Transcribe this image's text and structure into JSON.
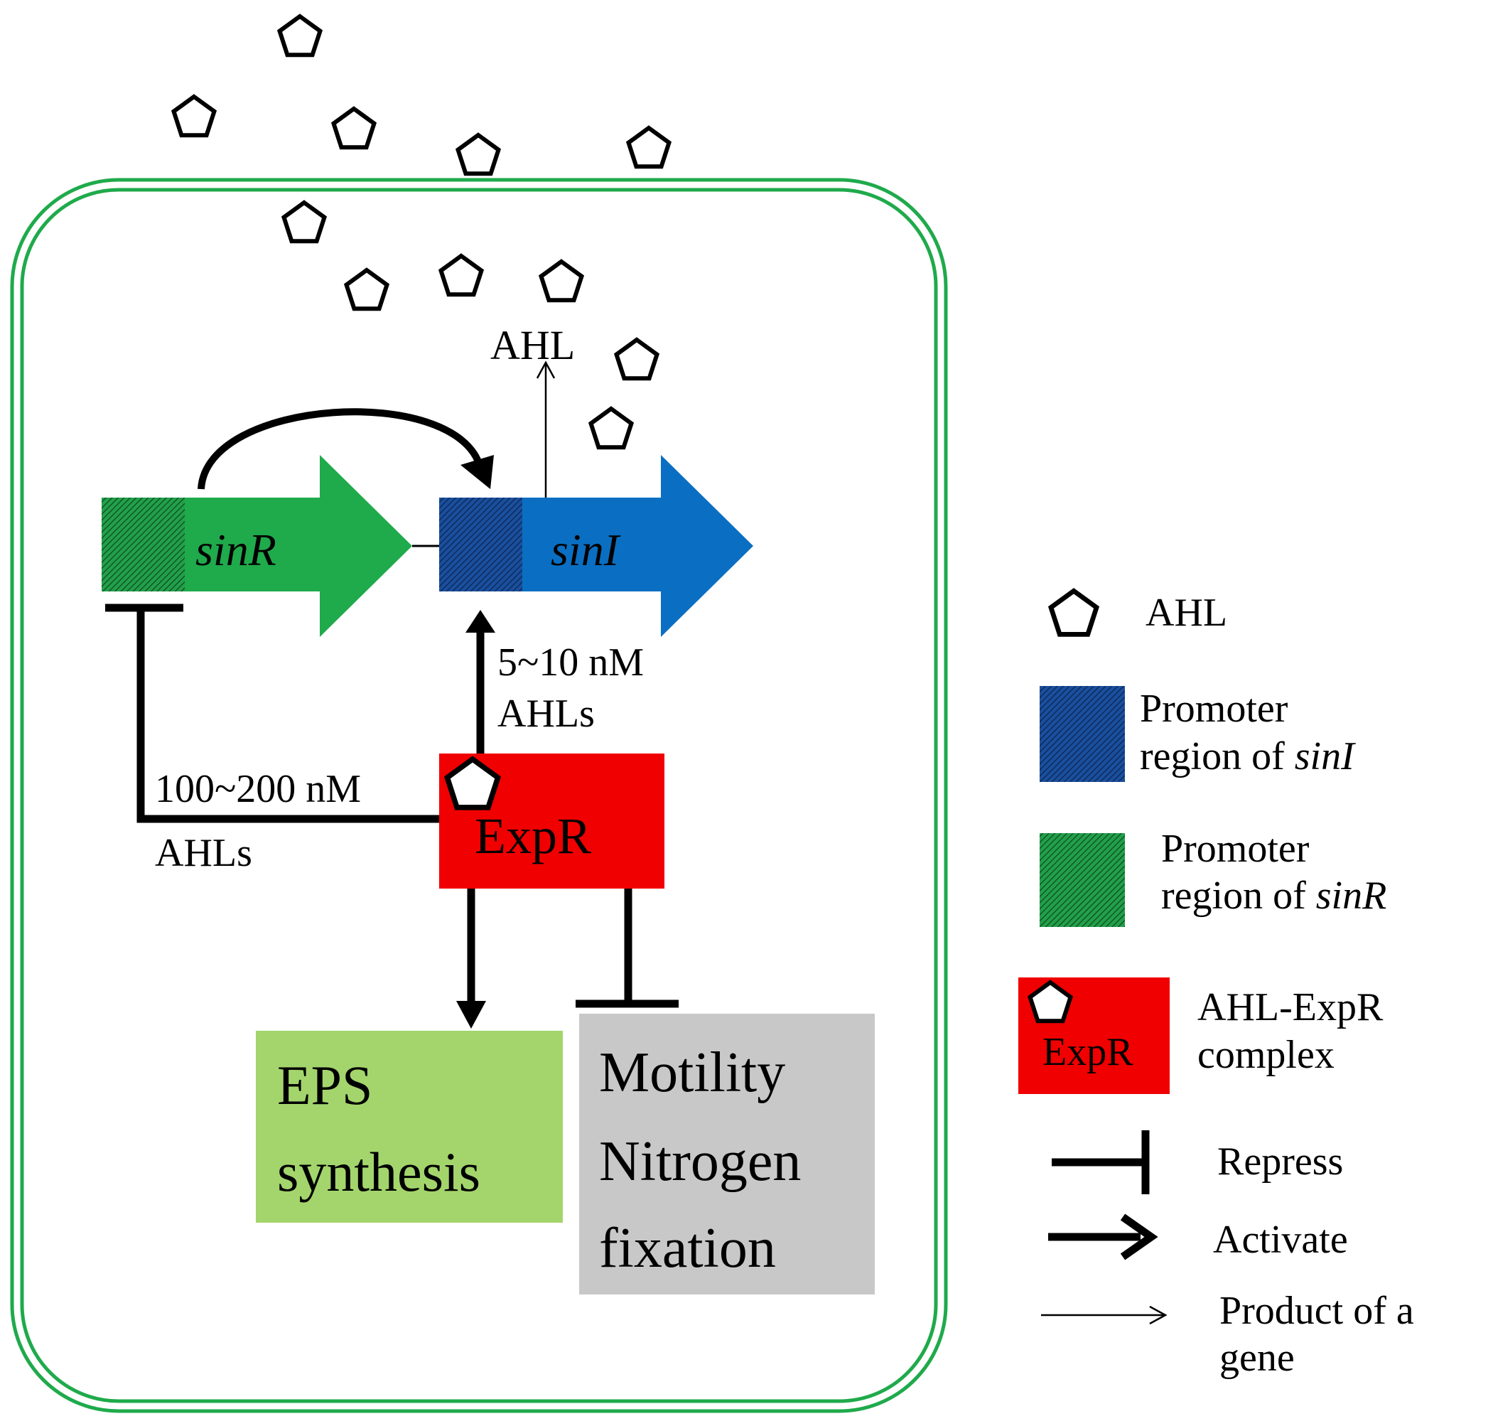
{
  "colors": {
    "membrane": "#1faa4b",
    "sinR_arrow": "#1faa4b",
    "sinI_arrow": "#0a6fc2",
    "promoter_sinR": "#1a8a3a",
    "promoter_sinI": "#1a4f9e",
    "expr_box": "#f00000",
    "eps_box": "#a3d56c",
    "motility_box": "#c8c8c8",
    "line": "#000000"
  },
  "genes": {
    "sinR": "sinR",
    "sinI": "sinI"
  },
  "product_label": "AHL",
  "expr_label": "ExpR",
  "edges": {
    "low_conc": {
      "line1": "5~10 nM",
      "line2": "AHLs"
    },
    "high_conc": {
      "line1": "100~200 nM",
      "line2": "AHLs"
    }
  },
  "targets": {
    "eps": {
      "line1": "EPS",
      "line2": "synthesis"
    },
    "motility": {
      "line1": "Motility",
      "line2": "Nitrogen",
      "line3": "fixation"
    }
  },
  "legend": {
    "ahl": "AHL",
    "promoter_sinI": {
      "line1": "Promoter",
      "line2_prefix": "region of ",
      "line2_gene": "sinI"
    },
    "promoter_sinR": {
      "line1": "Promoter",
      "line2_prefix": "region of ",
      "line2_gene": "sinR"
    },
    "complex": {
      "box_label": "ExpR",
      "line1": "AHL-ExpR",
      "line2": "complex"
    },
    "repress": "Repress",
    "activate": "Activate",
    "product": {
      "line1": "Product of a",
      "line2": "gene"
    }
  }
}
